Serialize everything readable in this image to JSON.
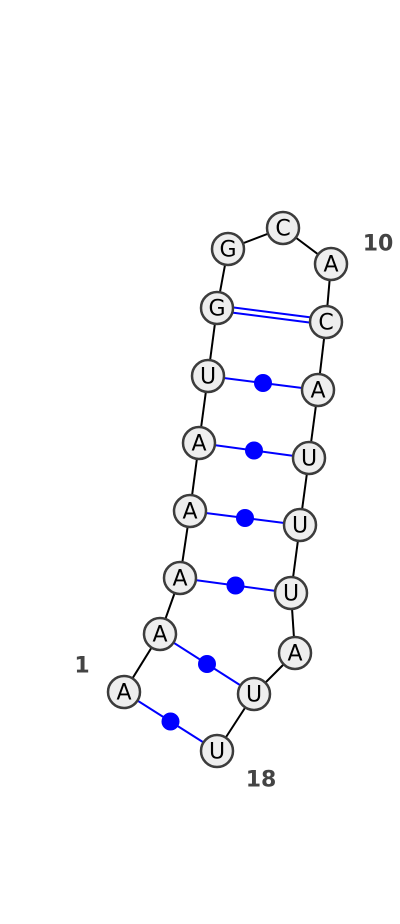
{
  "structure": {
    "sequence": [
      "A",
      "A",
      "A",
      "A",
      "A",
      "U",
      "G",
      "G",
      "C",
      "A",
      "C",
      "A",
      "U",
      "U",
      "U",
      "A",
      "U",
      "U"
    ],
    "pairs": [
      {
        "i": 1,
        "j": 18,
        "type": "wobble"
      },
      {
        "i": 2,
        "j": 17,
        "type": "wobble"
      },
      {
        "i": 3,
        "j": 15,
        "type": "wobble"
      },
      {
        "i": 4,
        "j": 14,
        "type": "wobble"
      },
      {
        "i": 5,
        "j": 13,
        "type": "wobble"
      },
      {
        "i": 6,
        "j": 12,
        "type": "wobble"
      },
      {
        "i": 7,
        "j": 11,
        "type": "canonical"
      }
    ]
  },
  "labels": {
    "pos1": "1",
    "pos10": "10",
    "pos18": "18"
  },
  "colors": {
    "backbone": "#000000",
    "pair": "#0000ff",
    "nucleotide_fill": "#eeeeee",
    "nucleotide_stroke": "#3c3c3c",
    "label": "#444444"
  }
}
